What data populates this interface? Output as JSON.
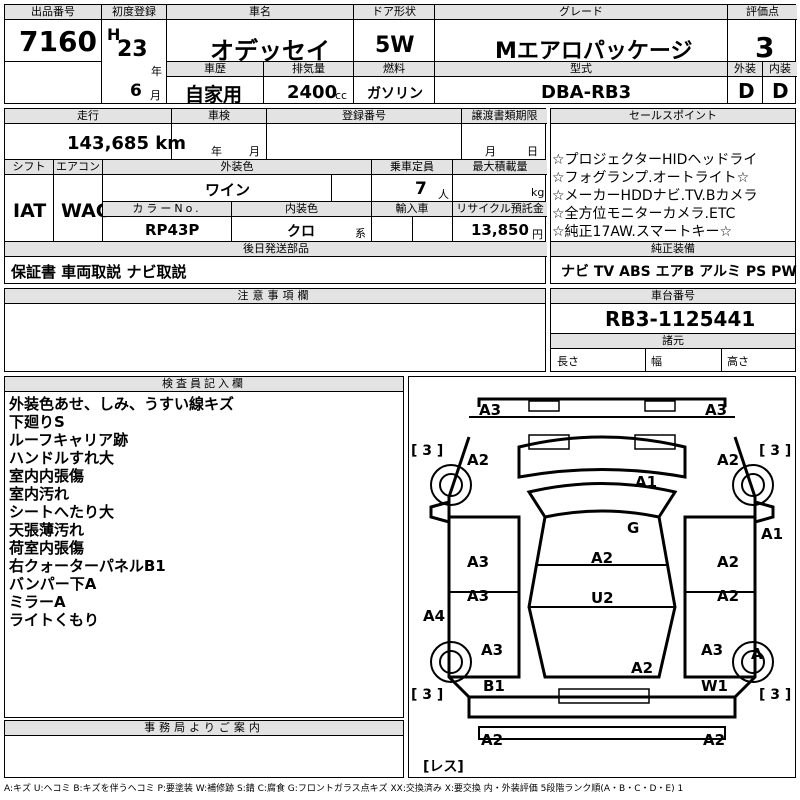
{
  "top": {
    "lot_label": "出品番号",
    "lot_value": "7160",
    "first_reg_label": "初度登録",
    "era": "H",
    "year": "23",
    "year_unit": "年",
    "month": "6",
    "month_unit": "月",
    "car_name_label": "車名",
    "car_name": "オデッセイ",
    "door_label": "ドア形状",
    "door": "5W",
    "grade_label": "グレード",
    "grade": "Mエアロパッケージ",
    "score_label": "評価点",
    "score": "3",
    "history_label": "車歴",
    "history": "自家用",
    "disp_label": "排気量",
    "disp": "2400",
    "disp_unit": "cc",
    "fuel_label": "燃料",
    "fuel": "ガソリン",
    "model_label": "型式",
    "model": "DBA-RB3",
    "ext_label": "外装",
    "ext": "D",
    "int_label": "内装",
    "int": "D"
  },
  "mid": {
    "mileage_label": "走行",
    "mileage": "143,685 km",
    "inspection_label": "車検",
    "insp_year": "年",
    "insp_month": "月",
    "reg_label": "登録番号",
    "transfer_label": "譲渡書類期限",
    "transfer_month": "月",
    "transfer_day": "日",
    "shift_label": "シフト",
    "shift": "IAT",
    "ac_label": "エアコン",
    "ac": "WAC",
    "color_label": "外装色",
    "color": "ワイン",
    "capacity_label": "乗車定員",
    "capacity": "7",
    "capacity_unit": "人",
    "load_label": "最大積載量",
    "load_unit": "kg",
    "color_no_label": "カラーNo.",
    "color_no": "RP43P",
    "int_color_label": "内装色",
    "int_color": "クロ",
    "int_color_unit": "系",
    "import_label": "輸入車",
    "recycle_label": "リサイクル預託金",
    "recycle": "13,850",
    "recycle_unit": "円",
    "sales_label": "セールスポイント",
    "sales": [
      "☆プロジェクターHIDヘッドライ",
      "☆フォグランプ.オートライト☆",
      "☆メーカーHDDナビ.TV.Bカメラ",
      "☆全方位モニターカメラ.ETC",
      "☆純正17AW.スマートキー☆"
    ],
    "later_label": "後日発送部品",
    "later": "保証書 車両取説 ナビ取説",
    "equip_label": "純正装備",
    "equip": "ナビ TV ABS エアB アルミ PS PW",
    "caution_label": "注意事項欄",
    "chassis_label": "車台番号",
    "chassis": "RB3-1125441",
    "dims_label": "諸元",
    "len_label": "長さ",
    "wid_label": "幅",
    "hgt_label": "高さ"
  },
  "inspector": {
    "label": "検査員記入欄",
    "notes": [
      "外装色あせ、しみ、うすい線キズ",
      "下廻りS",
      "ルーフキャリア跡",
      "ハンドルすれ大",
      "室内内張傷",
      "室内汚れ",
      "シートへたり大",
      "天張薄汚れ",
      "荷室内張傷",
      "右クォーターパネルB1",
      "バンパー下A",
      "ミラーA",
      "ライトくもり"
    ]
  },
  "office": {
    "label": "事務局よりご案内"
  },
  "diagram": {
    "codes": [
      "A3",
      "A3",
      "A2",
      "A2",
      "A1",
      "G",
      "A1",
      "A3",
      "A2",
      "A2",
      "A3",
      "A2",
      "U2",
      "A4",
      "A3",
      "A3",
      "A2",
      "A",
      "B1",
      "W1",
      "A2",
      "A2"
    ],
    "tires": [
      "[ 3 ]",
      "[ 3 ]",
      "[ 3 ]",
      "[ 3 ]",
      "[レス]"
    ]
  },
  "legend": "A:キズ U:ヘコミ B:キズを伴うヘコミ P:要塗装 W:補修跡 S:錆 C:腐食 G:フロントガラス点キズ XX:交換済み X:要交換 内・外装評価 5段階ランク順(A・B・C・D・E) 1"
}
